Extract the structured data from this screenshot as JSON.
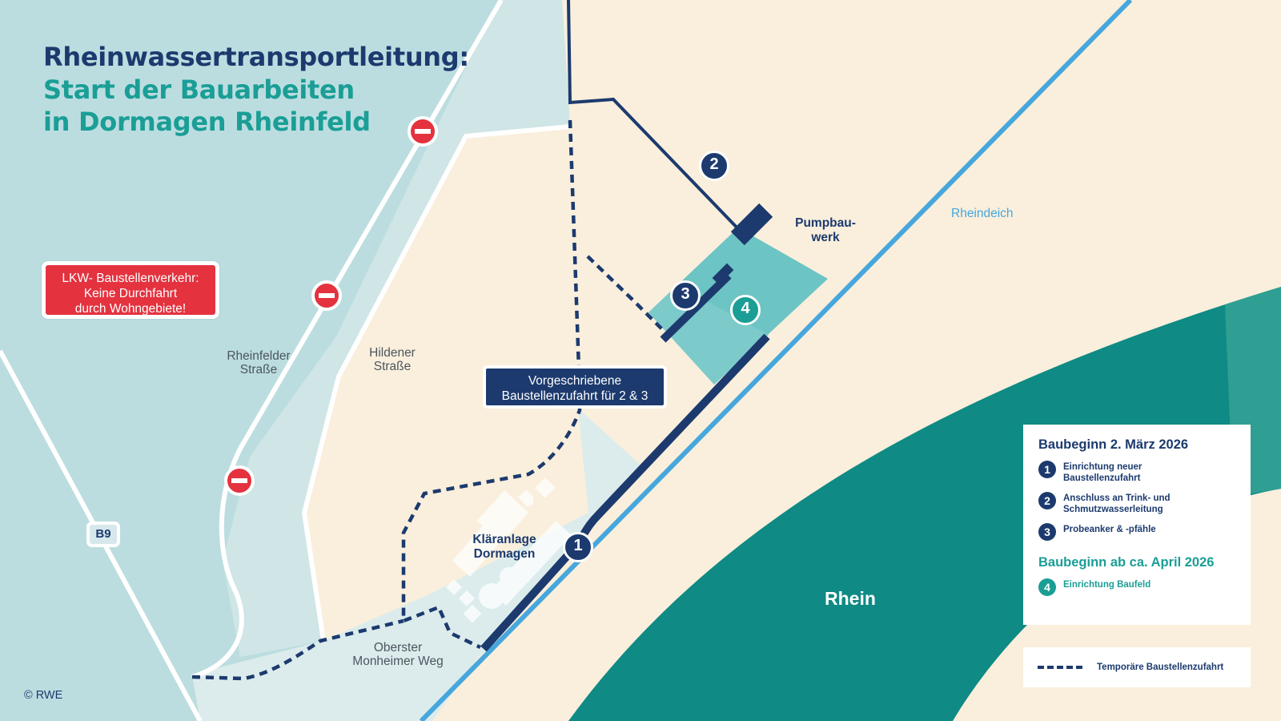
{
  "title": {
    "line1": "Rheinwassertransportleitung:",
    "line2": "Start der Bauarbeiten",
    "line3": "in Dormagen Rheinfeld"
  },
  "warning": {
    "line1": "LKW- Baustellenverkehr:",
    "line2": "Keine Durchfahrt",
    "line3": "durch Wohngebiete!"
  },
  "labels": {
    "rheinfelder_1": "Rheinfelder",
    "rheinfelder_2": "Straße",
    "hildener_1": "Hildener",
    "hildener_2": "Straße",
    "pumpbauwerk_1": "Pumpbau-",
    "pumpbauwerk_2": "werk",
    "klaeranlage_1": "Kläranlage",
    "klaeranlage_2": "Dormagen",
    "oberster_1": "Oberster",
    "oberster_2": "Monheimer Weg",
    "rheindeich": "Rheindeich",
    "rhein": "Rhein",
    "b9": "B9",
    "copyright": "© RWE"
  },
  "route_box": {
    "line1": "Vorgeschriebene",
    "line2": "Baustellenzufahrt für 2 & 3"
  },
  "markers": {
    "m1": "1",
    "m2": "2",
    "m3": "3",
    "m4": "4"
  },
  "legend": {
    "heading1": "Baubeginn 2. März 2026",
    "items1": [
      {
        "num": "1",
        "text": "Einrichtung neuer Baustellenzufahrt"
      },
      {
        "num": "2",
        "text": "Anschluss an Trink- und Schmutzwasserleitung"
      },
      {
        "num": "3",
        "text": "Probeanker & -pfähle"
      }
    ],
    "heading2": "Baubeginn ab ca. April 2026",
    "items2": [
      {
        "num": "4",
        "text": "Einrichtung Baufeld"
      }
    ],
    "dash_label": "Temporäre Baustellenzufahrt"
  },
  "colors": {
    "navy": "#1c3a6e",
    "teal": "#1a9e96",
    "river": "#0f8a84",
    "sand": "#f9efdc",
    "light_blue_area": "#bcdde0",
    "warning_red": "#e4323f",
    "dike_blue": "#47a7dd"
  }
}
